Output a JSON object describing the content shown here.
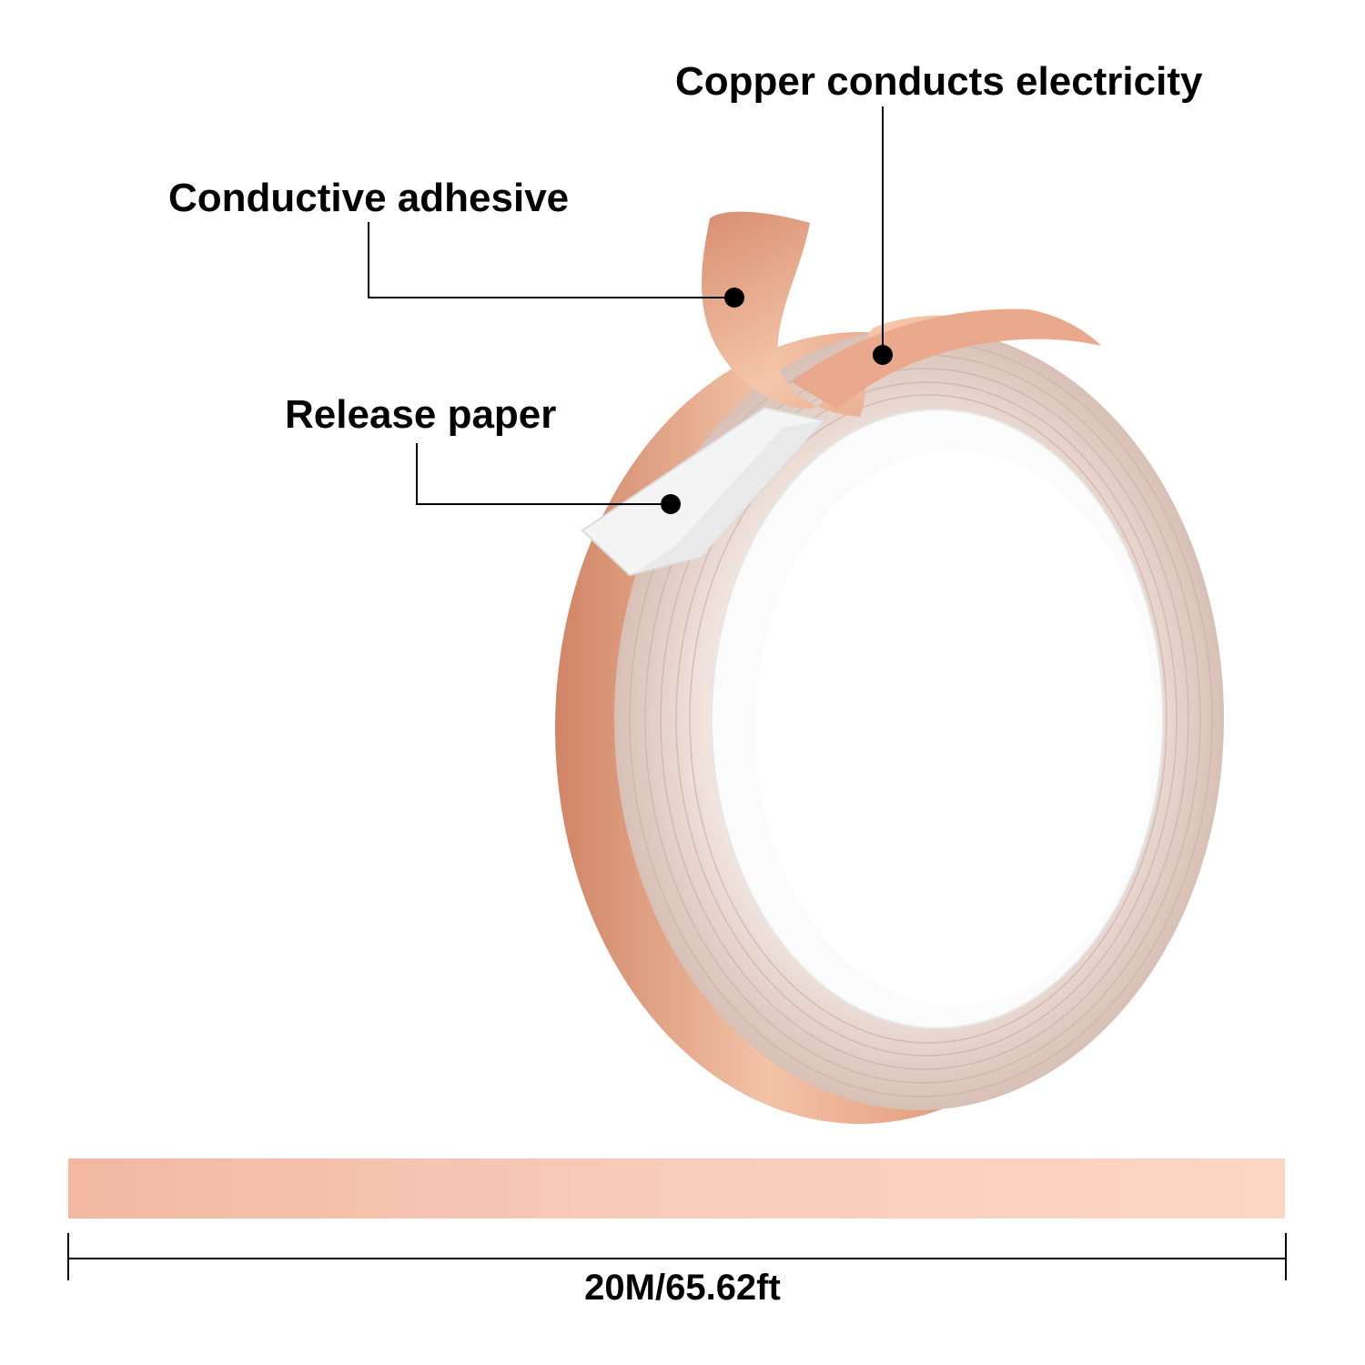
{
  "labels": {
    "copper": "Copper conducts electricity",
    "adhesive": "Conductive adhesive",
    "release": "Release paper"
  },
  "dimension": {
    "length": "20M/65.62ft"
  },
  "colors": {
    "copper_light": "#f6c9b2",
    "copper_mid": "#e8a88b",
    "copper_dark": "#c8775a",
    "side_wall": "#e7d3cb",
    "release_paper": "#f4f4f4",
    "callout": "#000000"
  }
}
